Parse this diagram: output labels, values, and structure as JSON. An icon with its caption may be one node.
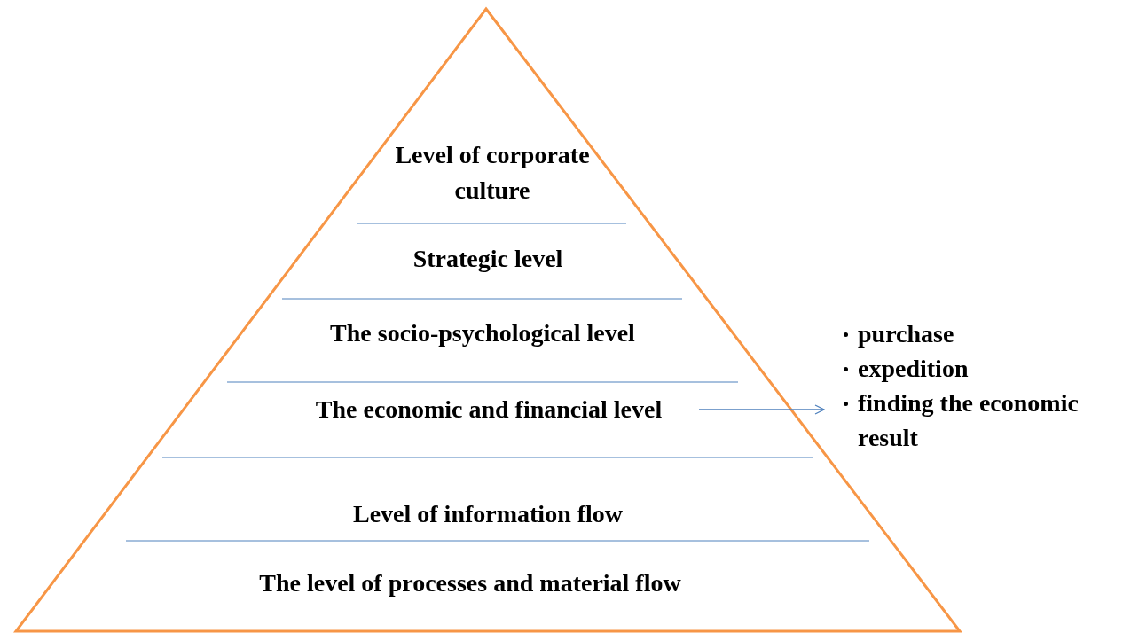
{
  "diagram": {
    "nodes": [
      {
        "text": [
          "Level of corporate culture"
        ]
      },
      {
        "text": [
          "Strategic level"
        ]
      },
      {
        "text": [
          "The socio-psychological level"
        ]
      },
      {
        "text": [
          "The economic and financial level"
        ]
      },
      {
        "text": [
          "Level of information flow"
        ]
      },
      {
        "text": [
          "The level of processes and material flow"
        ]
      },
      {
        "text": [
          "purchase",
          "expedition",
          "finding the economic result"
        ]
      }
    ],
    "edges": [
      {
        "from": 3,
        "to": 6,
        "arrow": "to",
        "color": "#4f81bd"
      }
    ]
  }
}
